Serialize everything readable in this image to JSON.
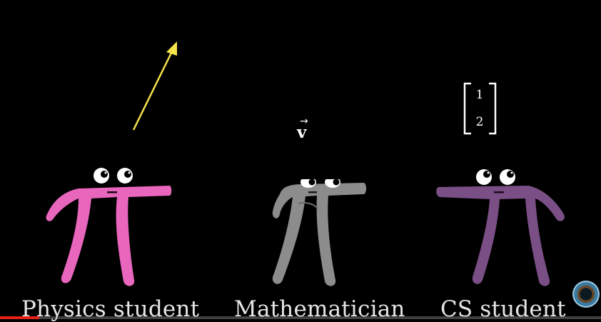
{
  "labels": {
    "physics": "Physics student",
    "math": "Mathematician",
    "cs": "CS student"
  },
  "vector_symbol": "v",
  "vector_accent": "→",
  "matrix": [
    "1",
    "2"
  ],
  "colors": {
    "background": "#000000",
    "physics_pi": "#e966bd",
    "math_pi": "#8c8c8c",
    "cs_pi": "#7a4f86",
    "arrow": "#f5e24a",
    "progress": "#e62117"
  },
  "video": {
    "progress_fraction": 0.065
  }
}
